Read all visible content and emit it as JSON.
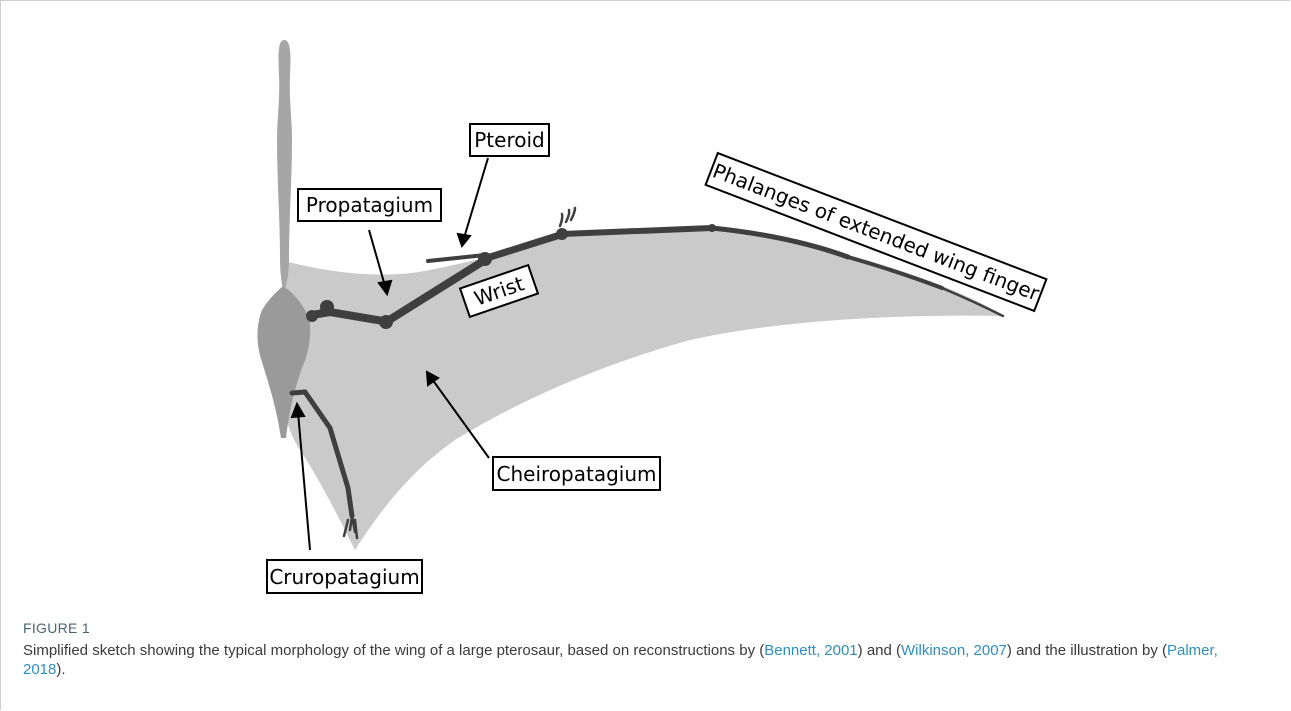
{
  "labels": {
    "pteroid": "Pteroid",
    "propatagium": "Propatagium",
    "wrist": "Wrist",
    "phalanges": "Phalanges of extended wing finger",
    "cheiropatagium": "Cheiropatagium",
    "cruropatagium": "Cruropatagium"
  },
  "caption": {
    "figure_label": "FIGURE 1",
    "text_1": "Simplified sketch showing the typical morphology of the wing of a large pterosaur, based on reconstructions by (",
    "ref_1": "Bennett, 2001",
    "text_2": ") and (",
    "ref_2": "Wilkinson, 2007",
    "text_3": ") and the illustration by (",
    "ref_3": "Palmer, 2018",
    "text_4": ")."
  },
  "colors": {
    "membrane": "#cacaca",
    "body": "#9a9a9a",
    "bone": "#3f3f3f",
    "reference_link": "#2d8fbf",
    "figure_label": "#4b6473"
  }
}
